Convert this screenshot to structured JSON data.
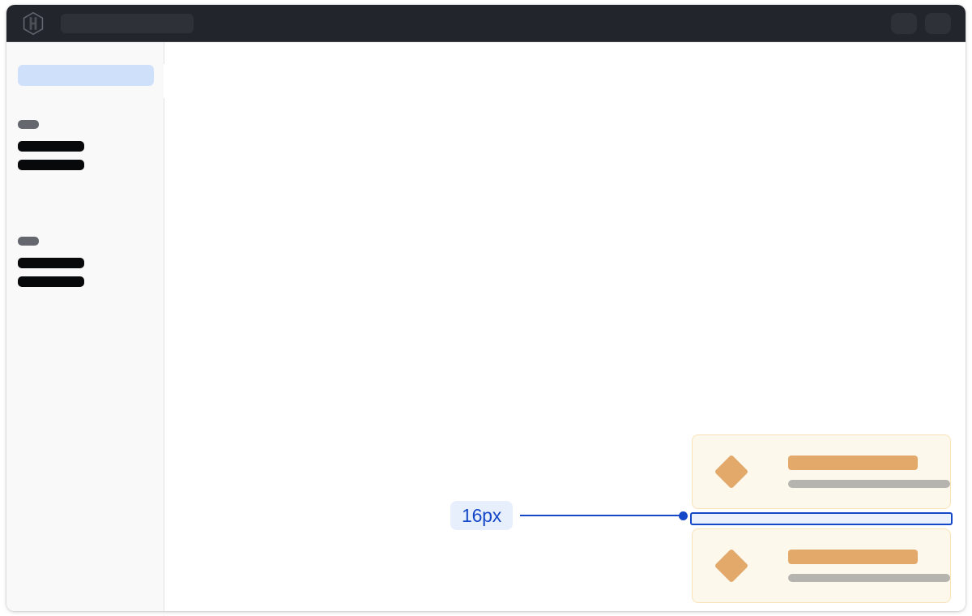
{
  "window": {
    "name": "app-window"
  },
  "topbar": {
    "logo_icon": "hashicorp-hexagon-logo-icon",
    "search": {
      "name": "global-search-input",
      "value": "",
      "placeholder": ""
    },
    "actions": [
      {
        "name": "topbar-action-1",
        "label": ""
      },
      {
        "name": "topbar-action-2",
        "label": ""
      }
    ]
  },
  "sidebar": {
    "active_item": {
      "label": ""
    },
    "handle": {
      "name": "sidebar-resize-handle",
      "label": ""
    },
    "groups": [
      {
        "label": "",
        "items": [
          {
            "label": ""
          },
          {
            "label": ""
          }
        ]
      },
      {
        "label": "",
        "items": [
          {
            "label": ""
          },
          {
            "label": ""
          }
        ]
      }
    ]
  },
  "main": {
    "cards": [
      {
        "icon": "diamond-icon",
        "title": "",
        "subtitle": ""
      },
      {
        "icon": "diamond-icon",
        "title": "",
        "subtitle": ""
      }
    ],
    "gap_measure": {
      "value": "16px",
      "highlight_label": ""
    }
  },
  "annotation": {
    "value": "16px"
  },
  "colors": {
    "topbar_bg": "#23252c",
    "topbar_skeleton": "#2e3138",
    "sidebar_bg": "#f9f9fa",
    "sidebar_border": "#e2e2e6",
    "sidebar_active": "#cfe1fa",
    "nav_label": "#65676f",
    "nav_item": "#08090b",
    "canvas_bg": "#ffffff",
    "card_bg": "#fdf8ec",
    "card_border": "#fae2b8",
    "card_accent": "#e3a96b",
    "card_muted": "#b6b4ae",
    "measure_blue": "#1448c8",
    "measure_chip_bg": "#e7effc",
    "measure_fill": "#eaf1fd"
  }
}
